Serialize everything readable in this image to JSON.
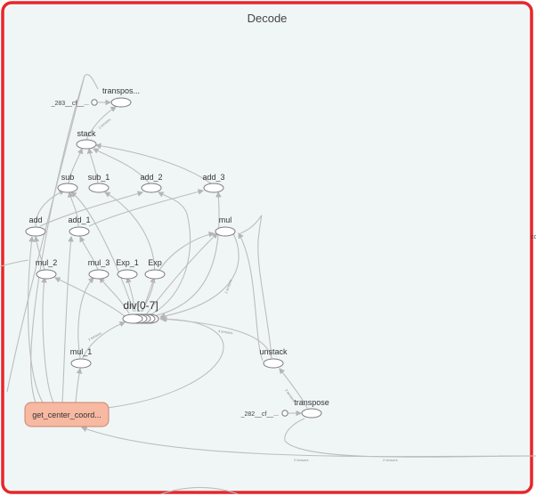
{
  "box": {
    "title": "Decode",
    "border_color": "#e8262a",
    "fill_color": "#f0f6f6"
  },
  "nodes": {
    "transpose_top": "transpos...",
    "cf_283": "_283__cf__...",
    "stack": "stack",
    "sub": "sub",
    "sub_1": "sub_1",
    "add_2": "add_2",
    "add_3": "add_3",
    "add": "add",
    "add_1": "add_1",
    "mul": "mul",
    "mul_2": "mul_2",
    "mul_3": "mul_3",
    "exp_1": "Exp_1",
    "exp": "Exp",
    "div": "div[0-7]",
    "mul_1": "mul_1",
    "unstack": "unstack",
    "transpose": "transpose",
    "cf_282": "_282__cf__...",
    "get_center": "get_center_coord..."
  },
  "edge_labels": {
    "tensors": "2 tensors",
    "t1": "4 tensors",
    "t2": "8 tensors",
    "t3": "2 tensors",
    "t4": "2 tensors"
  },
  "outside_label": "co",
  "colors": {
    "func_fill": "#f7b9a2",
    "func_stroke": "#c9856e",
    "edge": "#bdbdbd"
  }
}
